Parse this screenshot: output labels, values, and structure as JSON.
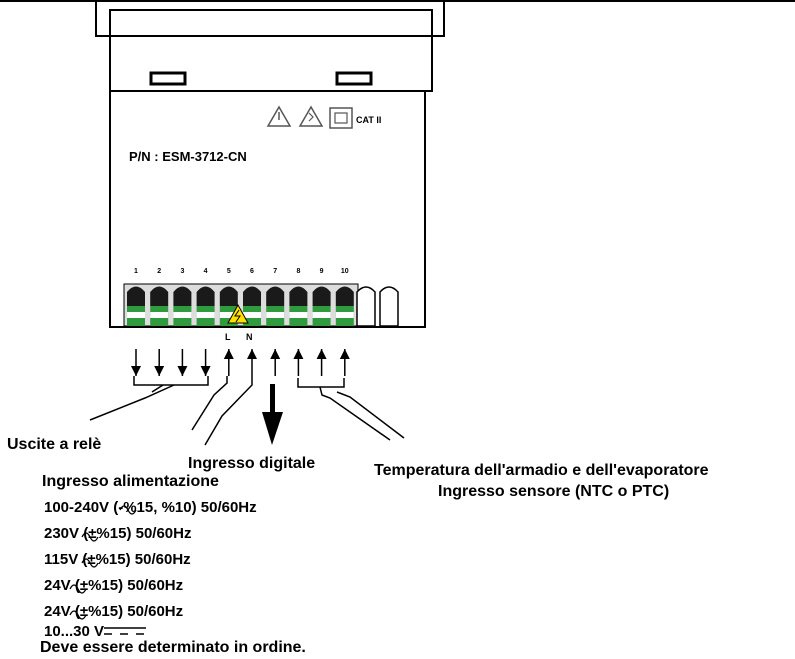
{
  "device": {
    "part_number": "P/N : ESM-3712-CN",
    "cat_label": "CAT II"
  },
  "terminals": [
    "1",
    "2",
    "3",
    "4",
    "5",
    "6",
    "7",
    "8",
    "9",
    "10"
  ],
  "power_pins": {
    "line": "L",
    "neutral": "N"
  },
  "labels": {
    "relay_outputs": "Uscite a relè",
    "digital_input": "Ingresso digitale",
    "sensor_title": "Temperatura dell'armadio e dell'evaporatore",
    "sensor_input": "Ingresso sensore (NTC o PTC)",
    "power_input": "Ingresso alimentazione"
  },
  "power_specs": [
    "100-240V  (-%15, %10) 50/60Hz",
    "230V  (±%15) 50/60Hz",
    "115V  (±%15) 50/60Hz",
    "24V  (±%15) 50/60Hz",
    "24V  (±%15) 50/60Hz",
    "10...30 V"
  ],
  "footnote": "Deve essere determinato in ordine."
}
